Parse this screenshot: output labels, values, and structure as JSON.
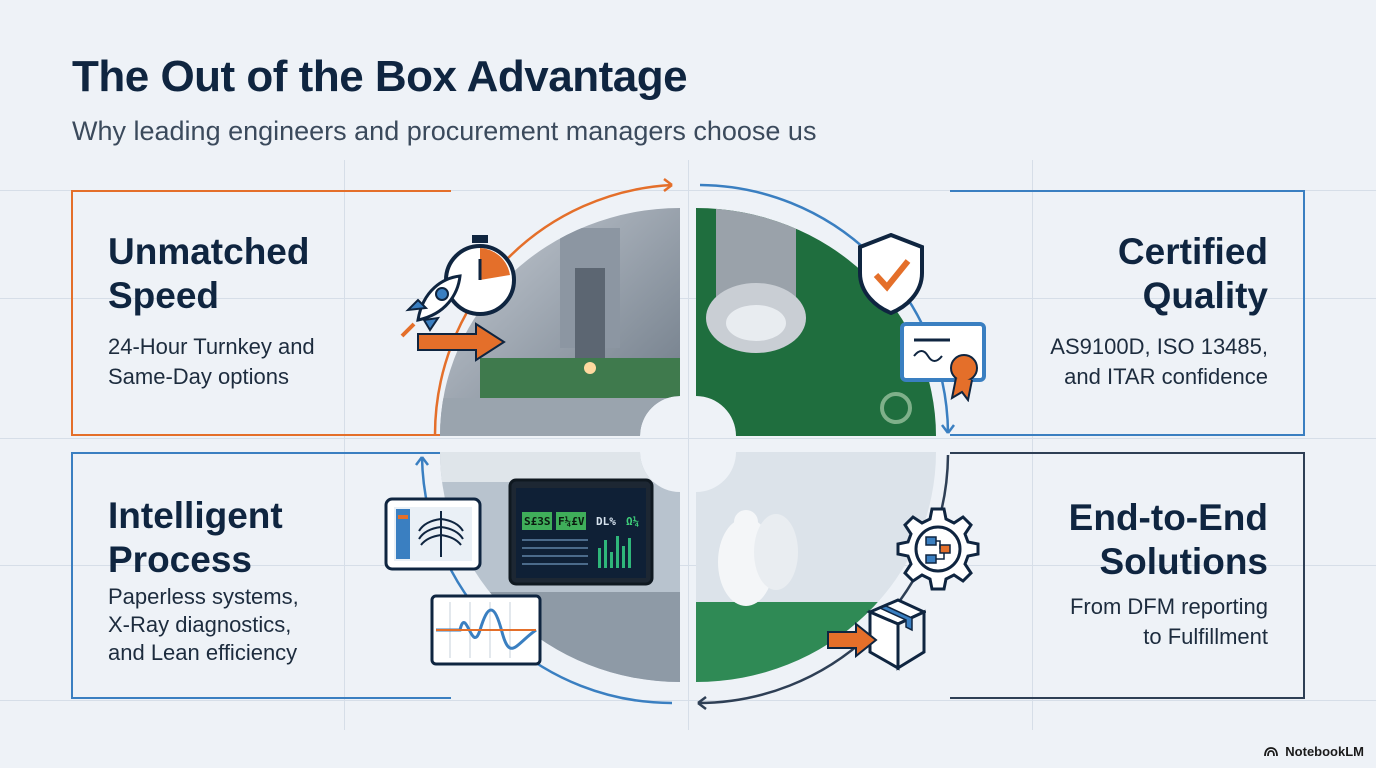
{
  "title": "The Out of the Box Advantage",
  "subtitle": "Why leading engineers and procurement managers choose us",
  "panels": {
    "speed": {
      "heading": [
        "Unmatched",
        "Speed"
      ],
      "desc": [
        "24-Hour Turnkey and",
        "Same-Day options"
      ]
    },
    "quality": {
      "heading": [
        "Certified",
        "Quality"
      ],
      "desc": [
        "AS9100D, ISO 13485,",
        "and ITAR confidence"
      ]
    },
    "process": {
      "heading": [
        "Intelligent",
        "Process"
      ],
      "desc": [
        "Paperless systems,",
        "X-Ray diagnostics,",
        "and Lean efficiency"
      ]
    },
    "e2e": {
      "heading": [
        "End-to-End",
        "Solutions"
      ],
      "desc": [
        "From DFM reporting",
        "to Fulfillment"
      ]
    }
  },
  "dashboard": {
    "readouts": [
      "S£3S",
      "F¼£V",
      "DL%",
      "Ω¼"
    ]
  },
  "icons": {
    "speed": [
      "stopwatch-icon",
      "rocket-icon",
      "arrow-right-icon"
    ],
    "quality": [
      "shield-check-icon",
      "certificate-icon"
    ],
    "process": [
      "xray-tablet-icon",
      "waveform-icon"
    ],
    "e2e": [
      "gear-workflow-icon",
      "package-icon"
    ]
  },
  "colors": {
    "accent_orange": "#e46f2a",
    "accent_blue": "#3a7fc1",
    "navy": "#0f2540"
  },
  "footer": {
    "brand": "NotebookLM"
  }
}
